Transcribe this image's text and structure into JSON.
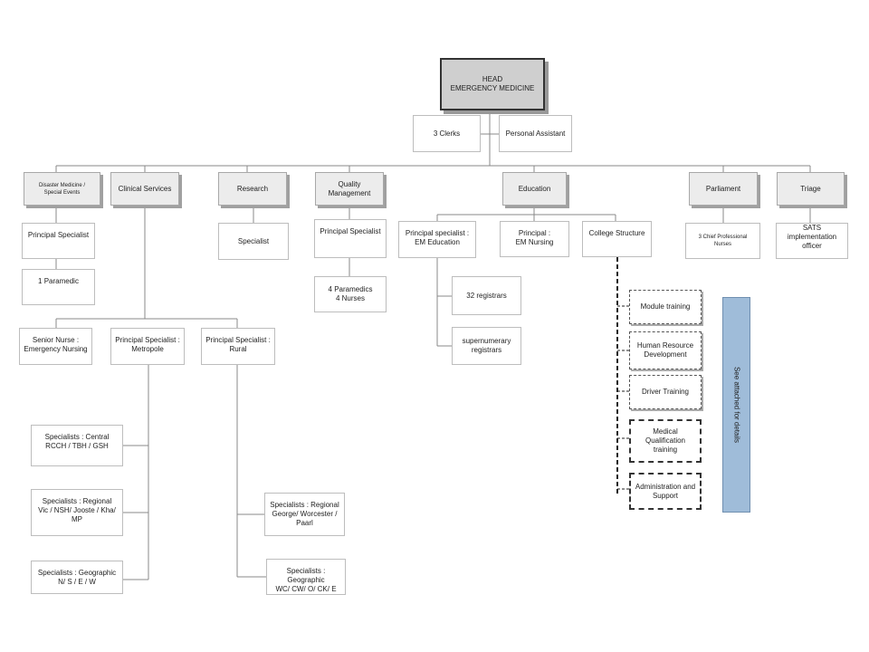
{
  "head": "HEAD\nEMERGENCY MEDICINE",
  "clerks": "3  Clerks",
  "pa": "Personal Assistant",
  "depts": {
    "disaster": "Disaster Medicine        /\nSpecial Events",
    "clinical": "Clinical Services",
    "research": "Research",
    "quality": "Quality\nManagement",
    "education": "Education",
    "parliament": "Parliament",
    "triage": "Triage"
  },
  "disaster_specialist": "Principal Specialist",
  "paramedic": "1  Paramedic",
  "senior_nurse": "Senior Nurse :\nEmergency Nursing",
  "metropole": "Principal Specialist   :\nMetropole",
  "rural": "Principal Specialist   :\nRural",
  "central": "Specialists  : Central\nRCCH / TBH  / GSH",
  "regional_metro": "Specialists  : Regional\nVic / NSH/ Jooste / Kha/\nMP",
  "geo_metro": "Specialists  : Geographic\nN/ S / E / W",
  "regional_rural": "Specialists   : Regional\nGeorge/ Worcester /\nPaarl",
  "geo_rural": "Specialists   :\nGeographic\nWC/ CW/ O/ CK/ E",
  "research_specialist": "Specialist",
  "quality_specialist": "Principal Specialist",
  "quality_staff": "4  Paramedics\n4 Nurses",
  "em_education": "Principal specialist   :\nEM Education",
  "registrars": "32 registrars",
  "supernumerary": "supernumerary\nregistrars",
  "em_nursing": "Principal   :\nEM Nursing",
  "college": "College Structure",
  "college_items": {
    "module": "Module training",
    "hr": "Human Resource\nDevelopment",
    "driver": "Driver Training",
    "medical": "Medical\nQualification\ntraining",
    "admin": "Administration and\nSupport"
  },
  "see_attached": "See attached  for details",
  "parliament_staff": "3  Chief Professional\nNurses",
  "triage_officer": "SATS\nimplementation\nofficer",
  "colors": {
    "bar": "#9fbcd9",
    "head_fill": "#cfcfcf",
    "line": "#888888"
  }
}
